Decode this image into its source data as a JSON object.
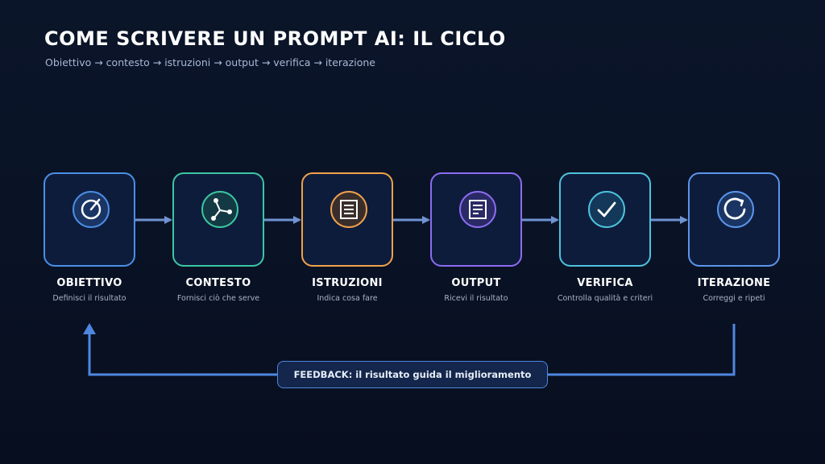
{
  "header": {
    "title": "COME SCRIVERE UN PROMPT AI: IL CICLO",
    "subtitle": "Obiettivo → contesto → istruzioni → output → verifica → iterazione"
  },
  "steps": [
    {
      "label": "OBIETTIVO",
      "description": "Definisci il risultato",
      "icon": "target-icon",
      "color": "#4a8fe6"
    },
    {
      "label": "CONTESTO",
      "description": "Fornisci ciò che serve",
      "icon": "network-icon",
      "color": "#3cc6a2"
    },
    {
      "label": "ISTRUZIONI",
      "description": "Indica cosa fare",
      "icon": "list-icon",
      "color": "#f0a24a"
    },
    {
      "label": "OUTPUT",
      "description": "Ricevi il risultato",
      "icon": "document-icon",
      "color": "#8c6cf0"
    },
    {
      "label": "VERIFICA",
      "description": "Controlla qualità e criteri",
      "icon": "check-icon",
      "color": "#4ec3dd"
    },
    {
      "label": "ITERAZIONE",
      "description": "Correggi e ripeti",
      "icon": "refresh-icon",
      "color": "#5b95ea"
    }
  ],
  "feedback": {
    "label": "FEEDBACK: il risultato guida il miglioramento"
  },
  "colors": {
    "arrow": "#6f93d2",
    "feedback_line": "#4f87e0",
    "background": "#0a1326"
  }
}
